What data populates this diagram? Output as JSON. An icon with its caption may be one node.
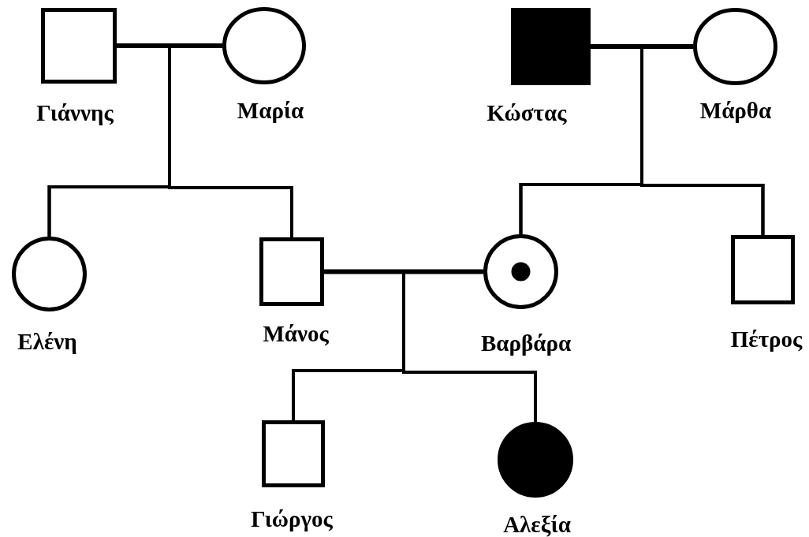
{
  "diagram": {
    "nodes": [
      {
        "text": [],
        "shape": "box",
        "beside": [
          "Γιάννης"
        ]
      },
      {
        "text": [],
        "shape": "circle",
        "beside": [
          "Μαρία"
        ]
      },
      {
        "text": [],
        "shape": "box",
        "beside": [
          "Κώστας"
        ]
      },
      {
        "text": [],
        "shape": "circle",
        "beside": [
          "Μάρθα"
        ]
      },
      {
        "text": [],
        "shape": "circle",
        "beside": [
          "Ελένη"
        ]
      },
      {
        "text": [],
        "shape": "box",
        "beside": [
          "Μάνος"
        ]
      },
      {
        "text": [],
        "shape": "circle",
        "beside": [
          "Βαρβάρα"
        ]
      },
      {
        "text": [],
        "shape": "box",
        "beside": [
          "Πέτρος"
        ]
      },
      {
        "text": [],
        "shape": "box",
        "beside": [
          "Γιώργος"
        ]
      },
      {
        "text": [],
        "shape": "circle",
        "beside": [
          "Αλεξία"
        ]
      }
    ],
    "edges": [
      {
        "from": 0,
        "to": 1,
        "arrow": "none"
      },
      {
        "from": 2,
        "to": 3,
        "arrow": "none"
      },
      {
        "from": 5,
        "to": 6,
        "arrow": "none"
      },
      {
        "from": 0,
        "to": 4,
        "arrow": "none"
      },
      {
        "from": 1,
        "to": 4,
        "arrow": "none"
      },
      {
        "from": 0,
        "to": 5,
        "arrow": "none"
      },
      {
        "from": 1,
        "to": 5,
        "arrow": "none"
      },
      {
        "from": 2,
        "to": 6,
        "arrow": "none"
      },
      {
        "from": 3,
        "to": 6,
        "arrow": "none"
      },
      {
        "from": 2,
        "to": 7,
        "arrow": "none"
      },
      {
        "from": 3,
        "to": 7,
        "arrow": "none"
      },
      {
        "from": 5,
        "to": 8,
        "arrow": "none"
      },
      {
        "from": 6,
        "to": 8,
        "arrow": "none"
      },
      {
        "from": 5,
        "to": 9,
        "arrow": "none"
      },
      {
        "from": 6,
        "to": 9,
        "arrow": "none"
      }
    ]
  }
}
